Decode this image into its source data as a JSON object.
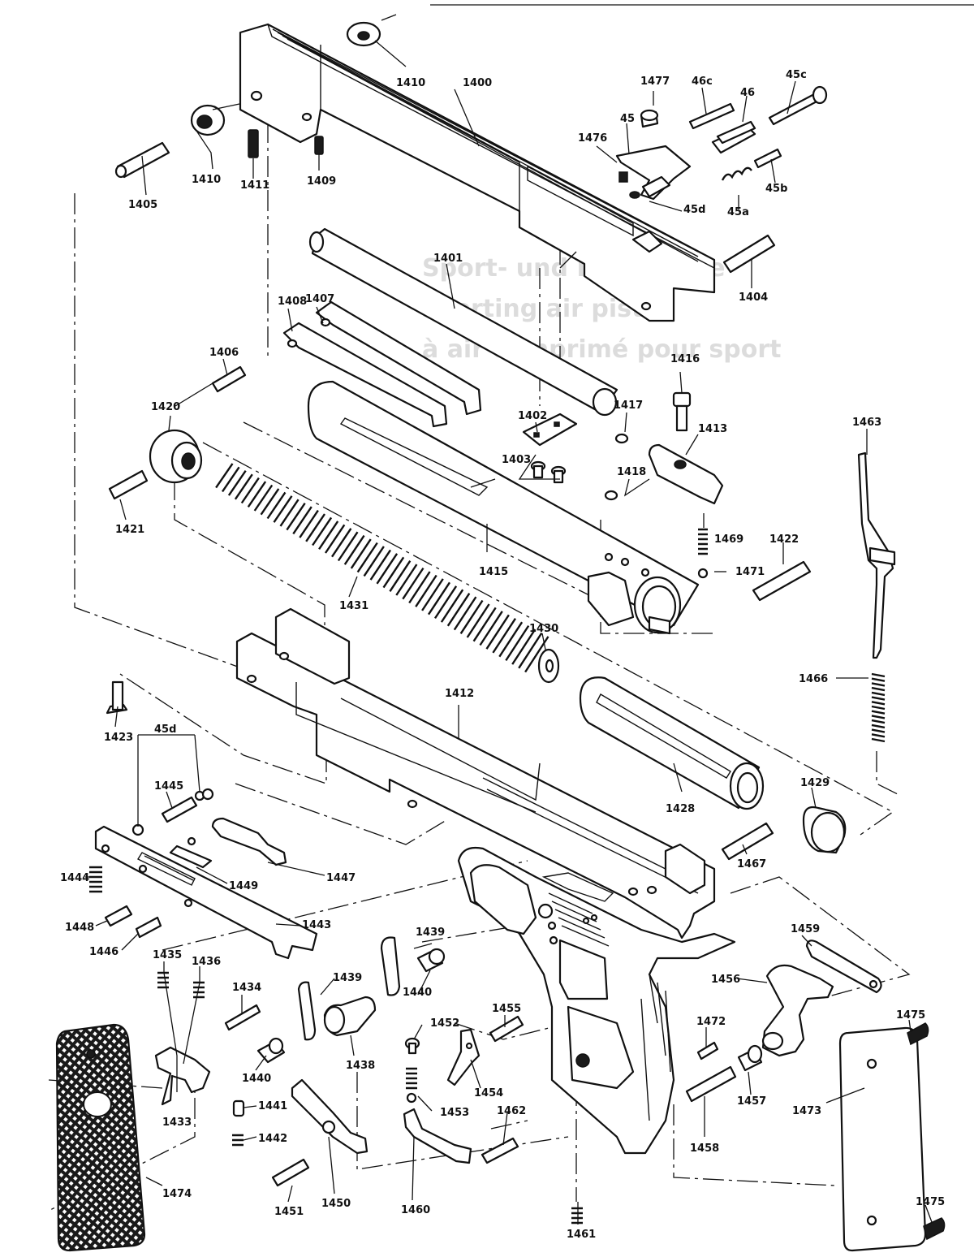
{
  "labels": {
    "p1400": "1400",
    "p1401": "1401",
    "p1402": "1402",
    "p1403": "1403",
    "p1404": "1404",
    "p1405": "1405",
    "p1406": "1406",
    "p1407": "1407",
    "p1408": "1408",
    "p1409": "1409",
    "p1410a": "1410",
    "p1410b": "1410",
    "p1411": "1411",
    "p1412": "1412",
    "p1413": "1413",
    "p1415": "1415",
    "p1416": "1416",
    "p1417": "1417",
    "p1418": "1418",
    "p1420": "1420",
    "p1421": "1421",
    "p1422": "1422",
    "p1423": "1423",
    "p1428": "1428",
    "p1429": "1429",
    "p1430": "1430",
    "p1431": "1431",
    "p1433": "1433",
    "p1434": "1434",
    "p1435": "1435",
    "p1436": "1436",
    "p1438": "1438",
    "p1439a": "1439",
    "p1439b": "1439",
    "p1440a": "1440",
    "p1440b": "1440",
    "p1441": "1441",
    "p1442": "1442",
    "p1443": "1443",
    "p1444": "1444",
    "p1445": "1445",
    "p1446": "1446",
    "p1447": "1447",
    "p1448": "1448",
    "p1449": "1449",
    "p1450": "1450",
    "p1451": "1451",
    "p1452": "1452",
    "p1453": "1453",
    "p1454": "1454",
    "p1455": "1455",
    "p1456": "1456",
    "p1457": "1457",
    "p1458": "1458",
    "p1459": "1459",
    "p1460": "1460",
    "p1461": "1461",
    "p1462": "1462",
    "p1463": "1463",
    "p1466": "1466",
    "p1467": "1467",
    "p1469": "1469",
    "p1471": "1471",
    "p1472": "1472",
    "p1473": "1473",
    "p1474": "1474",
    "p1475a": "1475",
    "p1475b": "1475",
    "p1476": "1476",
    "p1477": "1477",
    "p45": "45",
    "p45a": "45a",
    "p45b": "45b",
    "p45c": "45c",
    "p45d": "45d",
    "p45d2": "45d",
    "p46": "46",
    "p46c": "46c"
  },
  "background_text": [
    "Sport- und Luftpistole",
    "sporting air pistol",
    "à air comprimé pour sport"
  ]
}
